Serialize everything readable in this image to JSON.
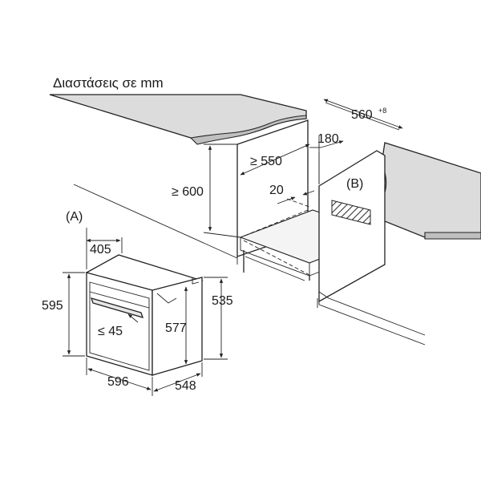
{
  "title": "Διαστάσεις σε mm",
  "labels": {
    "detail_a": "(A)",
    "detail_b": "(B)"
  },
  "dimensions": {
    "niche_width": "560",
    "niche_width_tolerance": "+8",
    "vent_depth": "180",
    "niche_height": "≥ 600",
    "niche_depth": "≥ 550",
    "vent_gap": "20",
    "front_depth": "405",
    "oven_height": "595",
    "door_gap": "≤ 45",
    "inner_height": "577",
    "body_height": "535",
    "oven_width": "596",
    "oven_depth": "548"
  }
}
